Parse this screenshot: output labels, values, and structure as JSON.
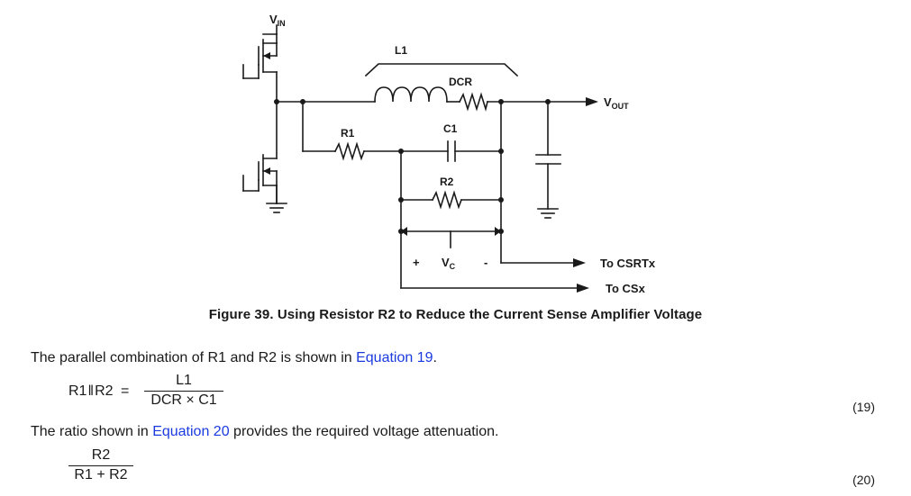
{
  "figure": {
    "labels": {
      "vin_main": "V",
      "vin_sub": "IN",
      "l1": "L1",
      "dcr": "DCR",
      "vout_main": "V",
      "vout_sub": "OUT",
      "r1": "R1",
      "c1": "C1",
      "r2": "R2",
      "plus": "+",
      "vc_main": "V",
      "vc_sub": "C",
      "minus": "-",
      "to_csrtx": "To CSRTx",
      "to_csx": "To CSx"
    },
    "caption": "Figure 39.  Using Resistor R2 to Reduce the Current Sense Amplifier Voltage"
  },
  "text": {
    "para1_before": "The parallel combination of R1 and R2 is shown in ",
    "para1_link": "Equation 19",
    "para1_after": ".",
    "para2_before": "The ratio shown in ",
    "para2_link": "Equation 20",
    "para2_after": " provides the required voltage attenuation."
  },
  "equations": {
    "eq19": {
      "lhs_a": "R1",
      "lhs_parallel": "‖",
      "lhs_b": "R2",
      "equals": "=",
      "numerator": "L1",
      "denominator": "DCR × C1",
      "number": "(19)"
    },
    "eq20": {
      "numerator": "R2",
      "denominator": "R1 + R2",
      "number": "(20)"
    }
  }
}
